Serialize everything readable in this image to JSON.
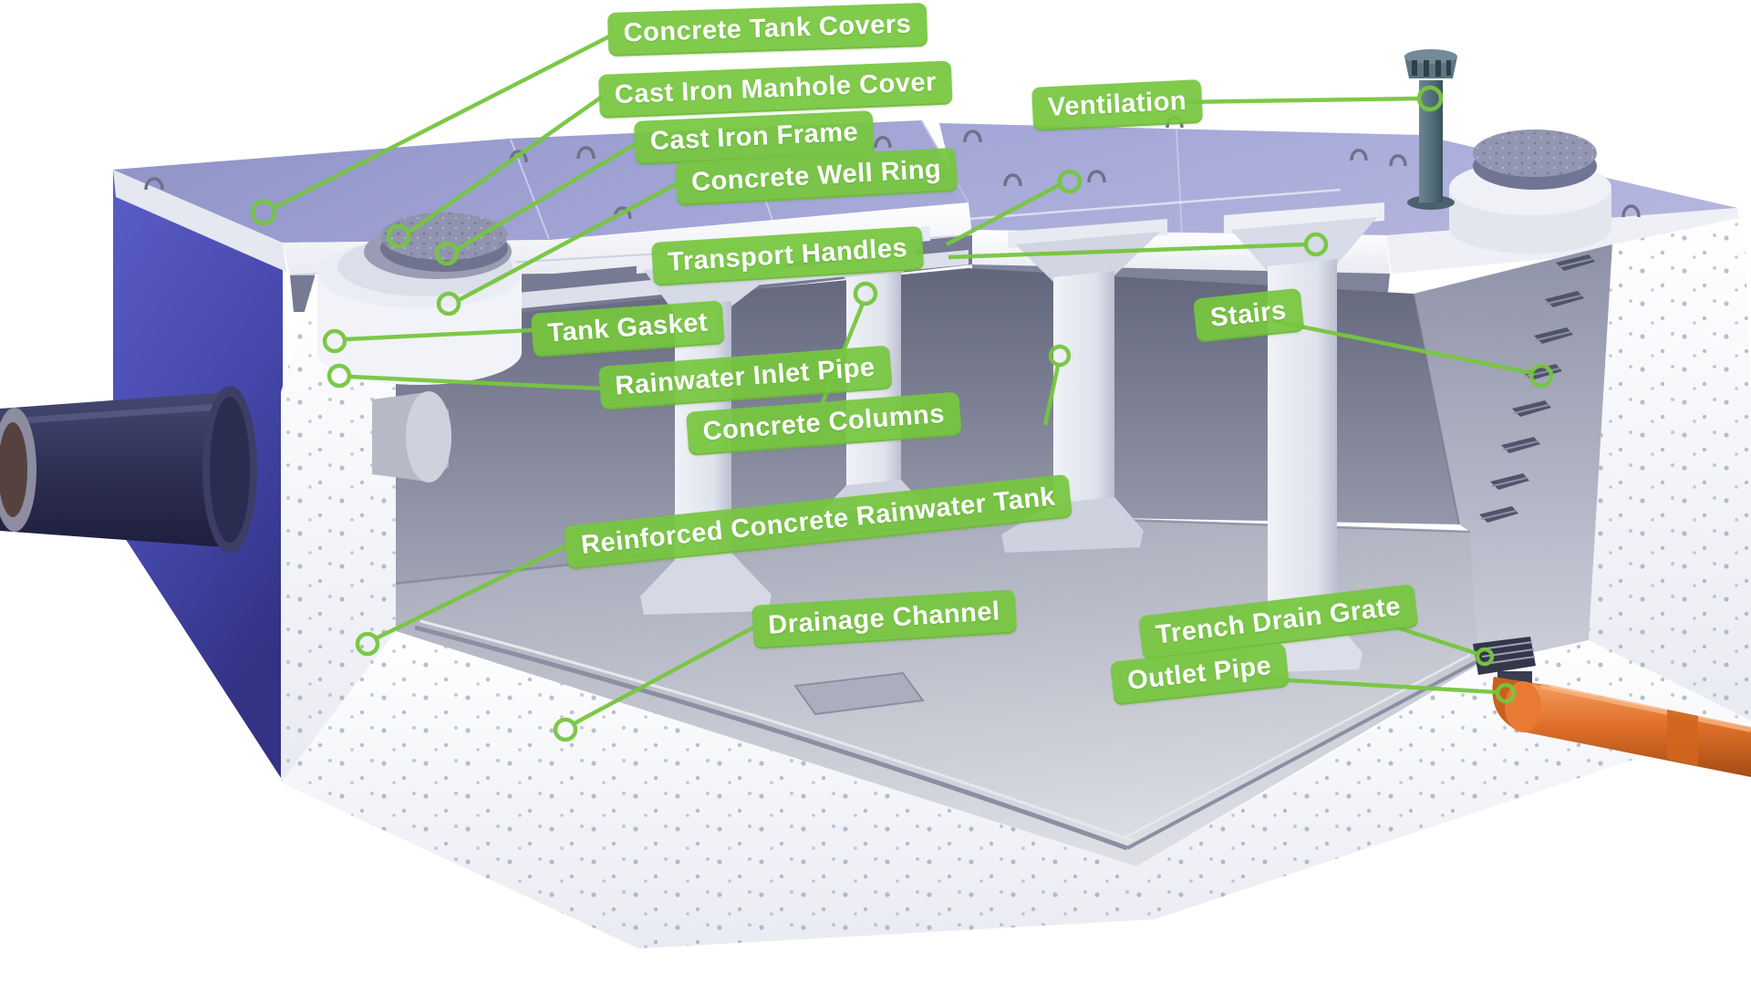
{
  "labels": [
    {
      "id": "concrete-tank-covers",
      "text": "Concrete Tank Covers"
    },
    {
      "id": "cast-iron-manhole-cover",
      "text": "Cast Iron Manhole Cover"
    },
    {
      "id": "cast-iron-frame",
      "text": "Cast Iron Frame"
    },
    {
      "id": "concrete-well-ring",
      "text": "Concrete Well Ring"
    },
    {
      "id": "ventilation",
      "text": "Ventilation"
    },
    {
      "id": "transport-handles",
      "text": "Transport Handles"
    },
    {
      "id": "tank-gasket",
      "text": "Tank Gasket"
    },
    {
      "id": "rainwater-inlet-pipe",
      "text": "Rainwater Inlet Pipe"
    },
    {
      "id": "concrete-columns",
      "text": "Concrete Columns"
    },
    {
      "id": "reinforced-concrete-rainwater-tank",
      "text": "Reinforced Concrete Rainwater Tank"
    },
    {
      "id": "drainage-channel",
      "text": "Drainage Channel"
    },
    {
      "id": "trench-drain-grate",
      "text": "Trench Drain Grate"
    },
    {
      "id": "outlet-pipe",
      "text": "Outlet Pipe"
    },
    {
      "id": "stairs",
      "text": "Stairs"
    }
  ],
  "colors": {
    "label_green": "#76c63e",
    "label_text": "#ffffff",
    "leader_line": "#76c63e",
    "cover_lavender": "#9b9ed2",
    "left_wall_blue": "#4d4fb8",
    "concrete_white": "#f4f5fa",
    "interior_gray": "#8b8fa4",
    "outlet_pipe_orange": "#e0702a",
    "vent_pipe_teal": "#54707e",
    "inlet_pipe_navy": "#32345a"
  }
}
